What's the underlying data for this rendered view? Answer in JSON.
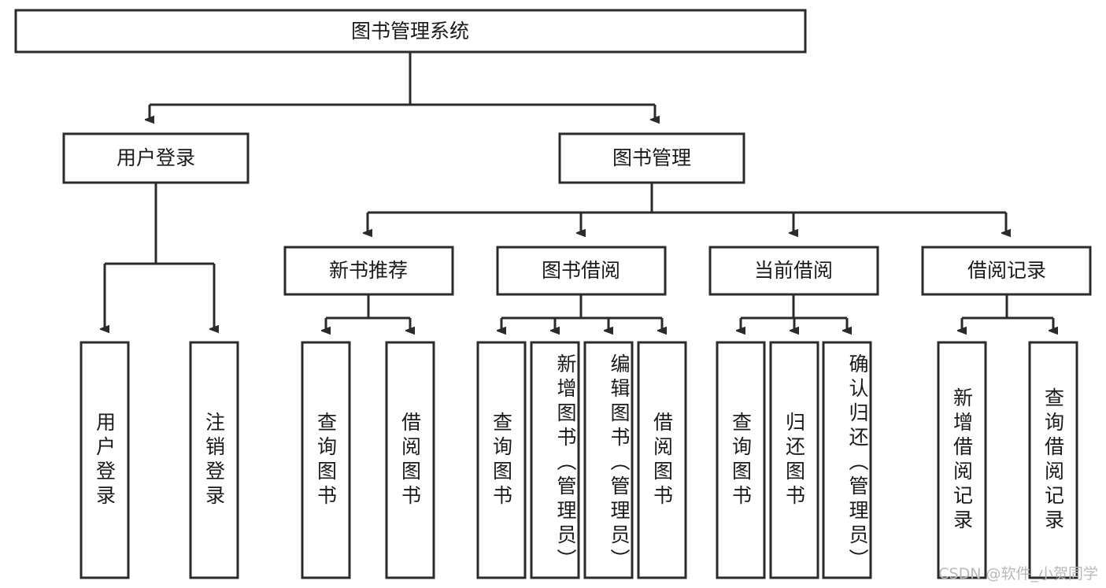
{
  "diagram": {
    "type": "tree",
    "title": "图书管理系统",
    "orientation": "top-down",
    "watermark": "CSDN @软件_小贺同学",
    "colors": {
      "stroke": "#2b2b2b",
      "fill": "#ffffff",
      "text": "#1a1a1a",
      "watermark": "#b9b9b9"
    },
    "levels": {
      "root": {
        "label": "图书管理系统"
      },
      "level2": [
        {
          "id": "user-login",
          "label": "用户登录"
        },
        {
          "id": "book-manage",
          "label": "图书管理"
        }
      ],
      "level3": [
        {
          "id": "new-book-rec",
          "label": "新书推荐",
          "parent": "book-manage"
        },
        {
          "id": "book-borrow",
          "label": "图书借阅",
          "parent": "book-manage"
        },
        {
          "id": "current-borrow",
          "label": "当前借阅",
          "parent": "book-manage"
        },
        {
          "id": "borrow-record",
          "label": "借阅记录",
          "parent": "book-manage"
        }
      ],
      "leaves": [
        {
          "id": "leaf-user-login",
          "label": "用户登录",
          "parent": "user-login"
        },
        {
          "id": "leaf-user-logout",
          "label": "注销登录",
          "parent": "user-login"
        },
        {
          "id": "leaf-query-book-1",
          "label": "查询图书",
          "parent": "new-book-rec"
        },
        {
          "id": "leaf-borrow-book-1",
          "label": "借阅图书",
          "parent": "new-book-rec"
        },
        {
          "id": "leaf-query-book-2",
          "label": "查询图书",
          "parent": "book-borrow"
        },
        {
          "id": "leaf-add-book",
          "label": "新增图书（管理员）",
          "parent": "book-borrow"
        },
        {
          "id": "leaf-edit-book",
          "label": "编辑图书（管理员）",
          "parent": "book-borrow"
        },
        {
          "id": "leaf-borrow-book-2",
          "label": "借阅图书",
          "parent": "book-borrow"
        },
        {
          "id": "leaf-query-book-3",
          "label": "查询图书",
          "parent": "current-borrow"
        },
        {
          "id": "leaf-return-book",
          "label": "归还图书",
          "parent": "current-borrow"
        },
        {
          "id": "leaf-confirm-return",
          "label": "确认归还（管理员）",
          "parent": "current-borrow"
        },
        {
          "id": "leaf-add-record",
          "label": "新增借阅记录",
          "parent": "borrow-record"
        },
        {
          "id": "leaf-query-record",
          "label": "查询借阅记录",
          "parent": "borrow-record"
        }
      ]
    }
  }
}
